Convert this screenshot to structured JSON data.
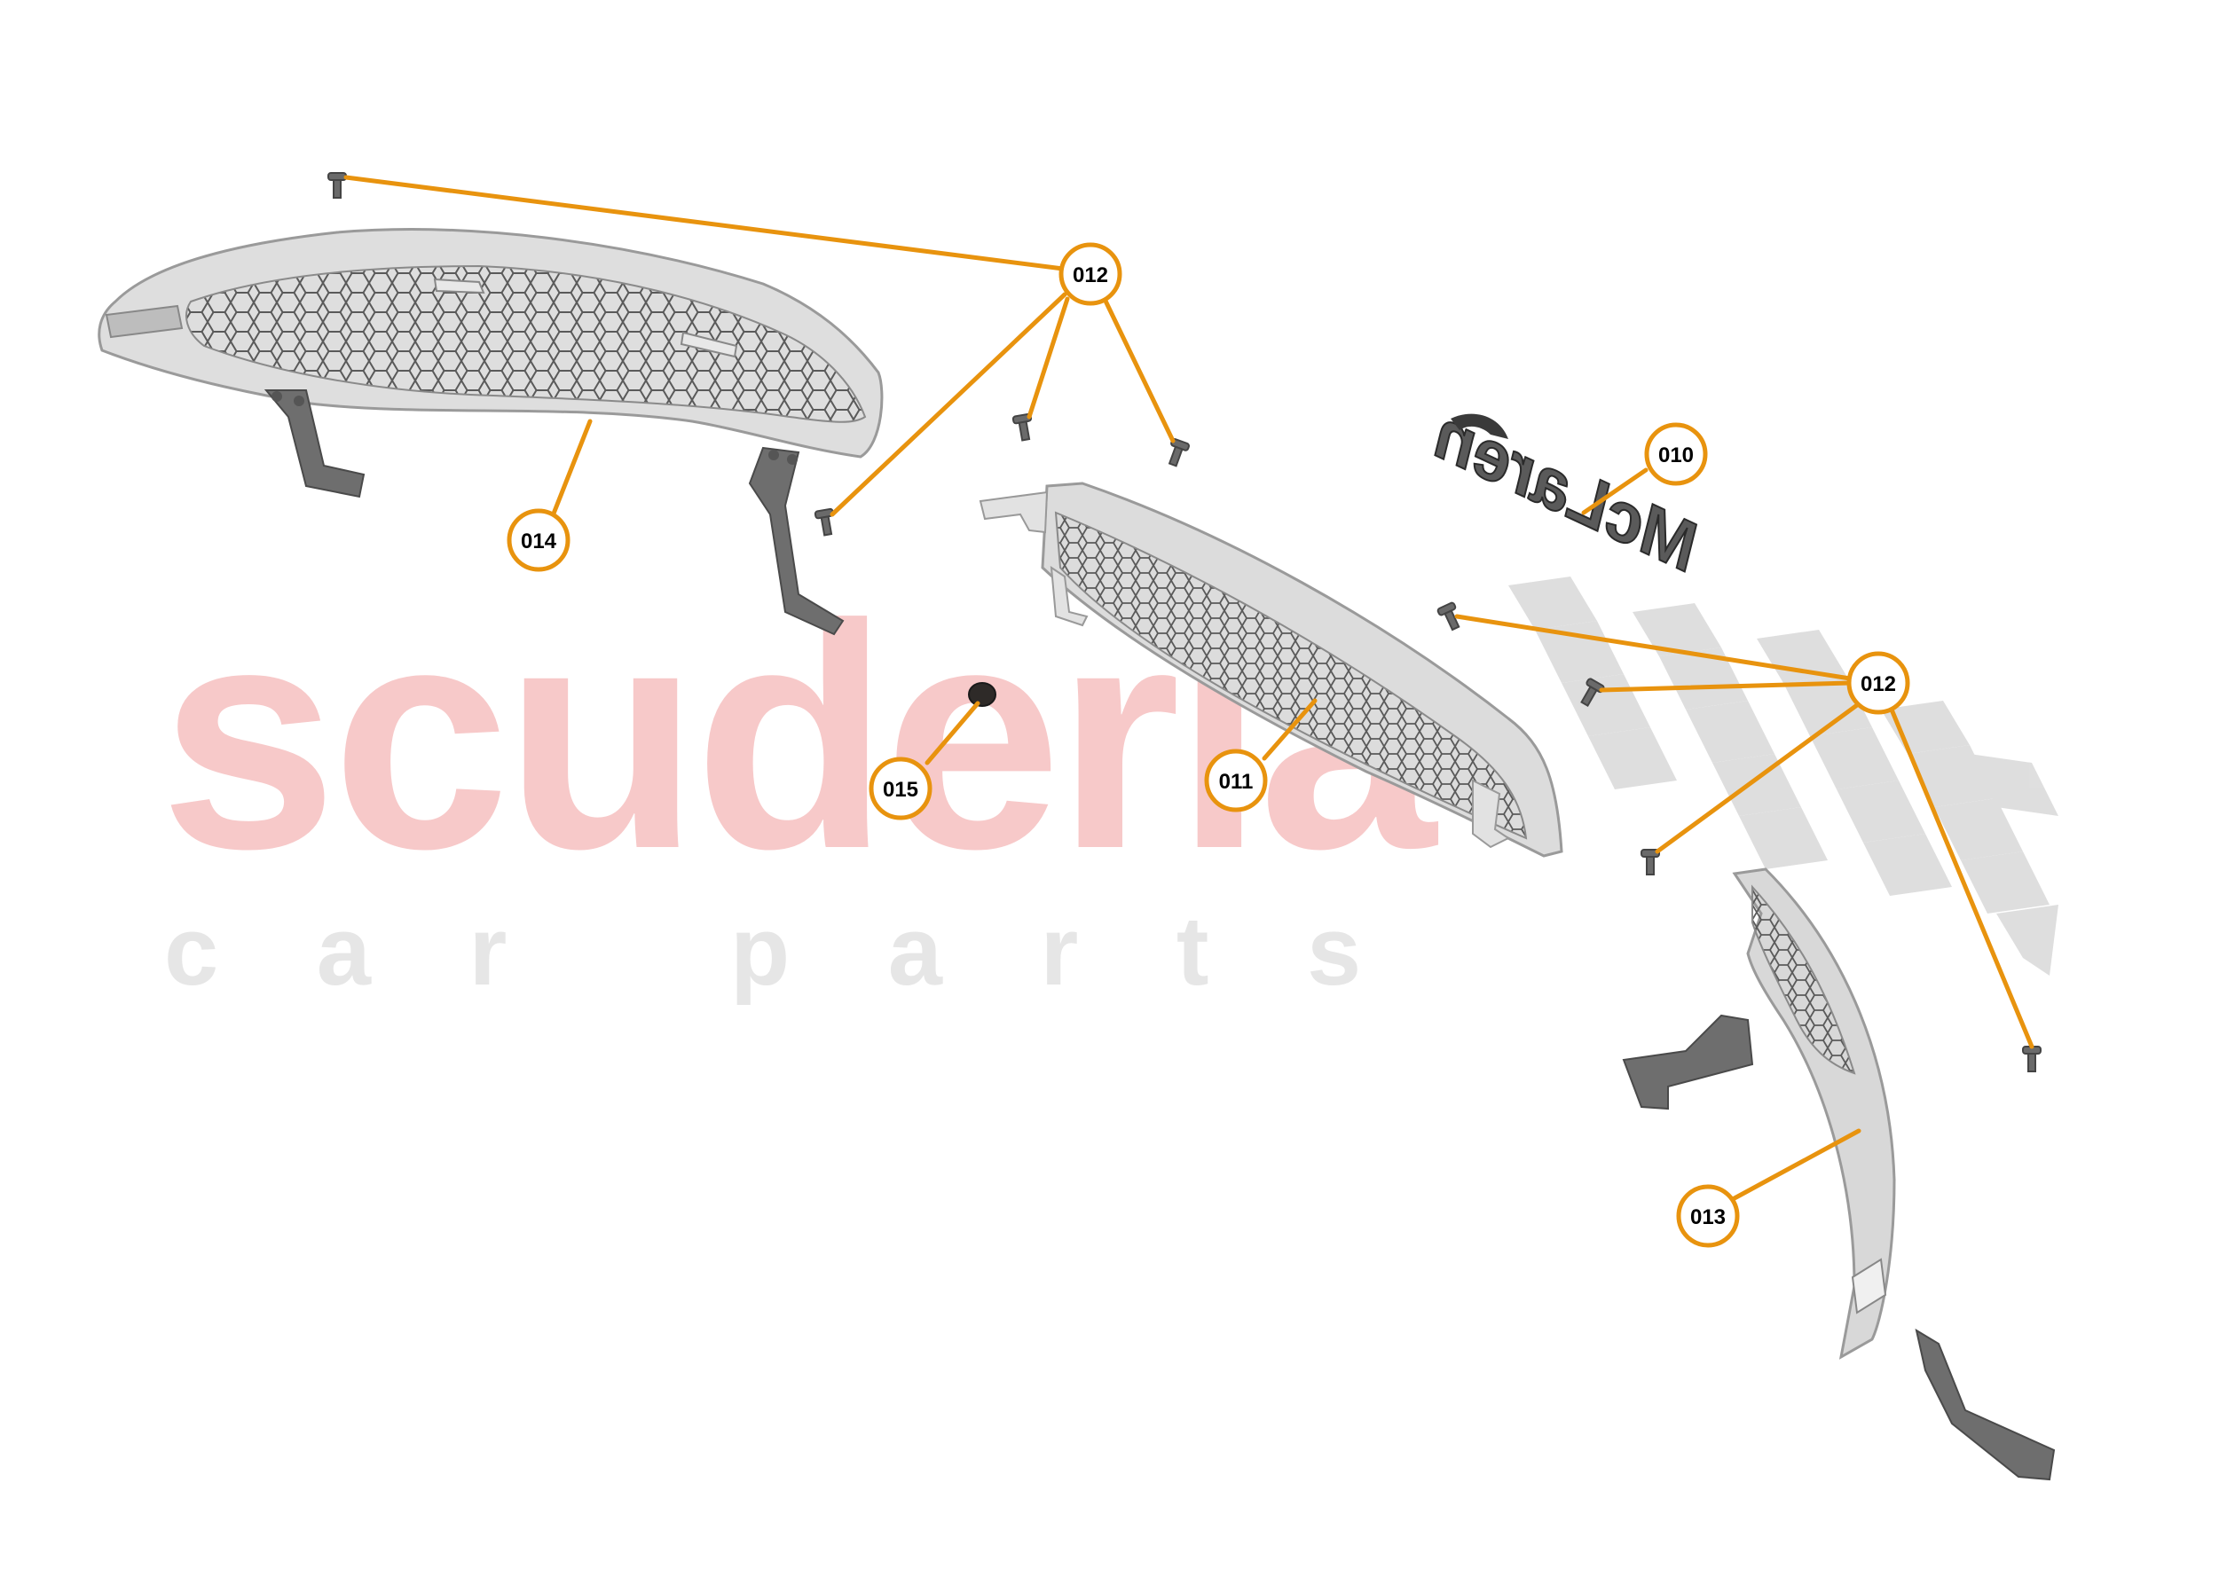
{
  "watermark": {
    "main": "scuderia",
    "sub": "c a r   p a r t s",
    "main_color": "#f7c9c9",
    "sub_color": "#e6e6e6"
  },
  "logo_text": "McLaren",
  "colors": {
    "leader": "#e8930e",
    "callout_stroke": "#e8930e",
    "callout_fill": "#ffffff",
    "part_light": "#d8d8d8",
    "part_dark": "#6e6e6e",
    "checker": "#d9d9d9"
  },
  "callouts": [
    {
      "id": "c010",
      "label": "010"
    },
    {
      "id": "c011",
      "label": "011"
    },
    {
      "id": "c012a",
      "label": "012"
    },
    {
      "id": "c012b",
      "label": "012"
    },
    {
      "id": "c013",
      "label": "013"
    },
    {
      "id": "c014",
      "label": "014"
    },
    {
      "id": "c015",
      "label": "015"
    }
  ]
}
